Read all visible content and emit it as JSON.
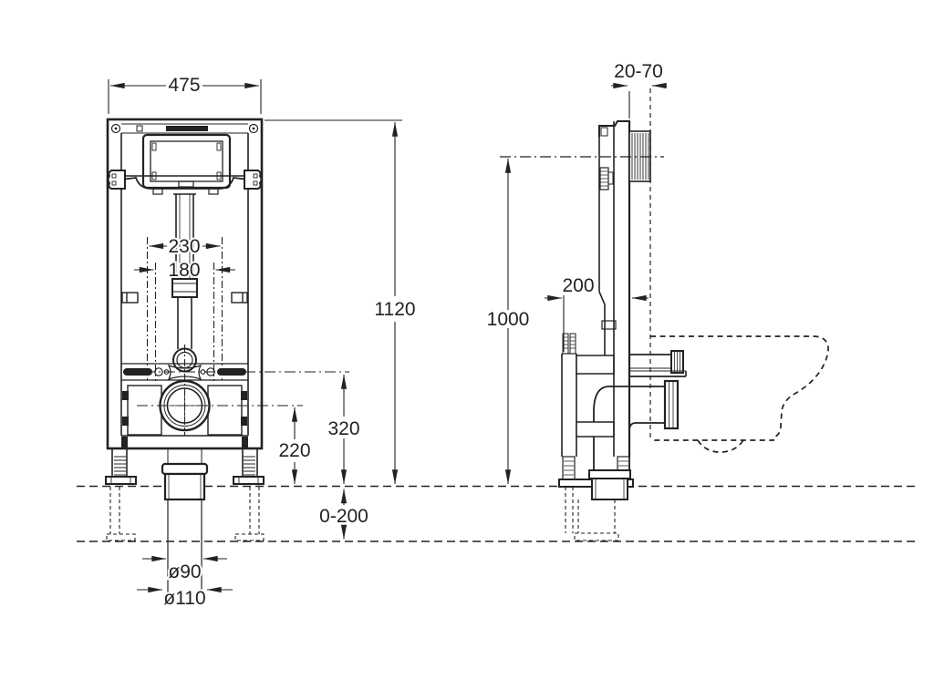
{
  "page": {
    "background": "#ffffff",
    "line_color": "#222222"
  },
  "drawing": {
    "type": "technical-installation-drawing",
    "views": {
      "front": {
        "name": "front-elevation",
        "dims": {
          "frame_width": "475",
          "frame_height": "1120",
          "fixing_spacing_outer": "230",
          "fixing_spacing_inner": "180",
          "flush_axis_height": "320",
          "outlet_axis_height": "220",
          "floor_adjustment_range": "0-200",
          "outlet_inner_diameter": "ø90",
          "outlet_outer_diameter": "ø110"
        }
      },
      "side": {
        "name": "side-section",
        "dims": {
          "wall_finish_range": "20-70",
          "support_height": "1000",
          "frame_depth": "200"
        }
      }
    }
  }
}
